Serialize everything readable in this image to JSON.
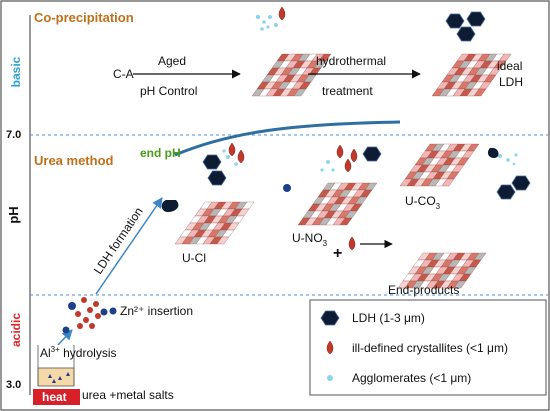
{
  "sections": {
    "co_precipitation": "Co-precipitation",
    "urea_method": "Urea method"
  },
  "axis": {
    "label": "pH",
    "basic": "basic",
    "acidic": "acidic",
    "tick_high": "7.0",
    "tick_low": "3.0"
  },
  "co_precipitation_row": {
    "start": "C-A",
    "aged": "Aged",
    "ph_control": "pH Control",
    "hydrothermal": "hydrothermal",
    "treatment": "treatment",
    "ideal": "ideal",
    "ldh": "LDH"
  },
  "urea_row": {
    "end_ph": "end pH",
    "ldh_formation": "LDH formation",
    "zn_insertion": "Zn²⁺ insertion",
    "al_prefix": "Al",
    "al_sup": "3+",
    "al_suffix": " hydrolysis",
    "heat": "heat",
    "urea_salts": "urea +metal salts",
    "u_cl": "U-Cl",
    "u_no3_prefix": "U-NO",
    "u_no3_sub": "3",
    "u_co3_prefix": "U-CO",
    "u_co3_sub": "3",
    "plus": "+"
  },
  "legend": {
    "title": "End-products",
    "items": [
      {
        "label": "LDH (1-3 μm)",
        "icon": "hexagon-icon",
        "color": "#0d1b33"
      },
      {
        "label": "ill-defined crystallites (<1 μm)",
        "icon": "droplet-icon",
        "color": "#c0392b"
      },
      {
        "label": "Agglomerates (<1 μm)",
        "icon": "dot-icon",
        "color": "#8fd3ec"
      }
    ]
  },
  "colors": {
    "title_orange": "#c0701a",
    "basic_blue": "#2aa0d8",
    "acidic_red": "#e0242c",
    "end_ph_green": "#4a9a1a",
    "arrow_blue": "#3b86c8",
    "dashed": "#4f8fd0"
  }
}
